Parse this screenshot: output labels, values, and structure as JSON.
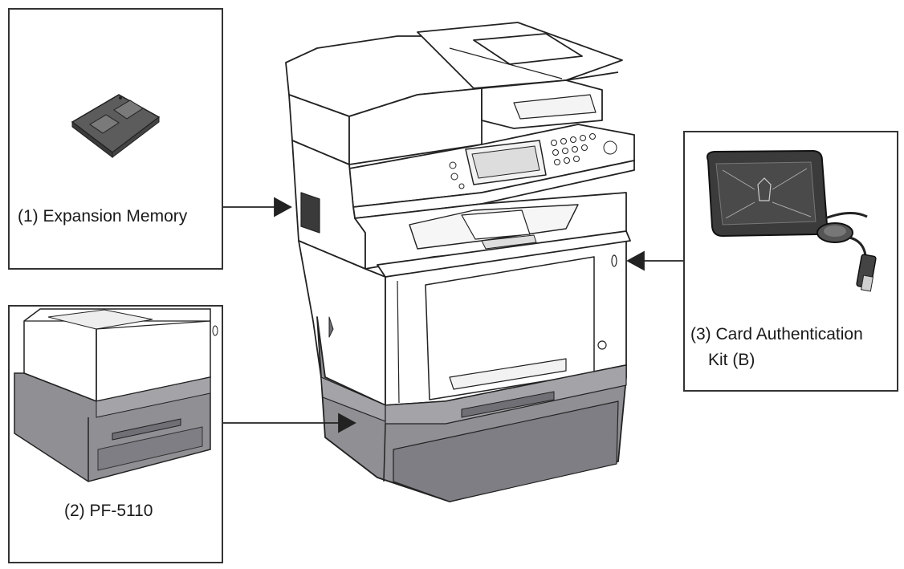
{
  "callouts": {
    "memory": {
      "label": "(1) Expansion Memory"
    },
    "feeder": {
      "label": "(2) PF-5110"
    },
    "card_kit": {
      "line1": "(3) Card Authentication",
      "line2": "Kit (B)"
    }
  },
  "colors": {
    "line": "#222222",
    "tray_fill": "#8f8f94",
    "tray_dark": "#6f6f75",
    "body_fill": "#ffffff",
    "reader_fill": "#3a3a3a"
  },
  "icons": {
    "memory": "memory-module-icon",
    "feeder": "paper-feeder-icon",
    "card_kit": "card-reader-icon",
    "printer": "multifunction-printer-icon"
  }
}
